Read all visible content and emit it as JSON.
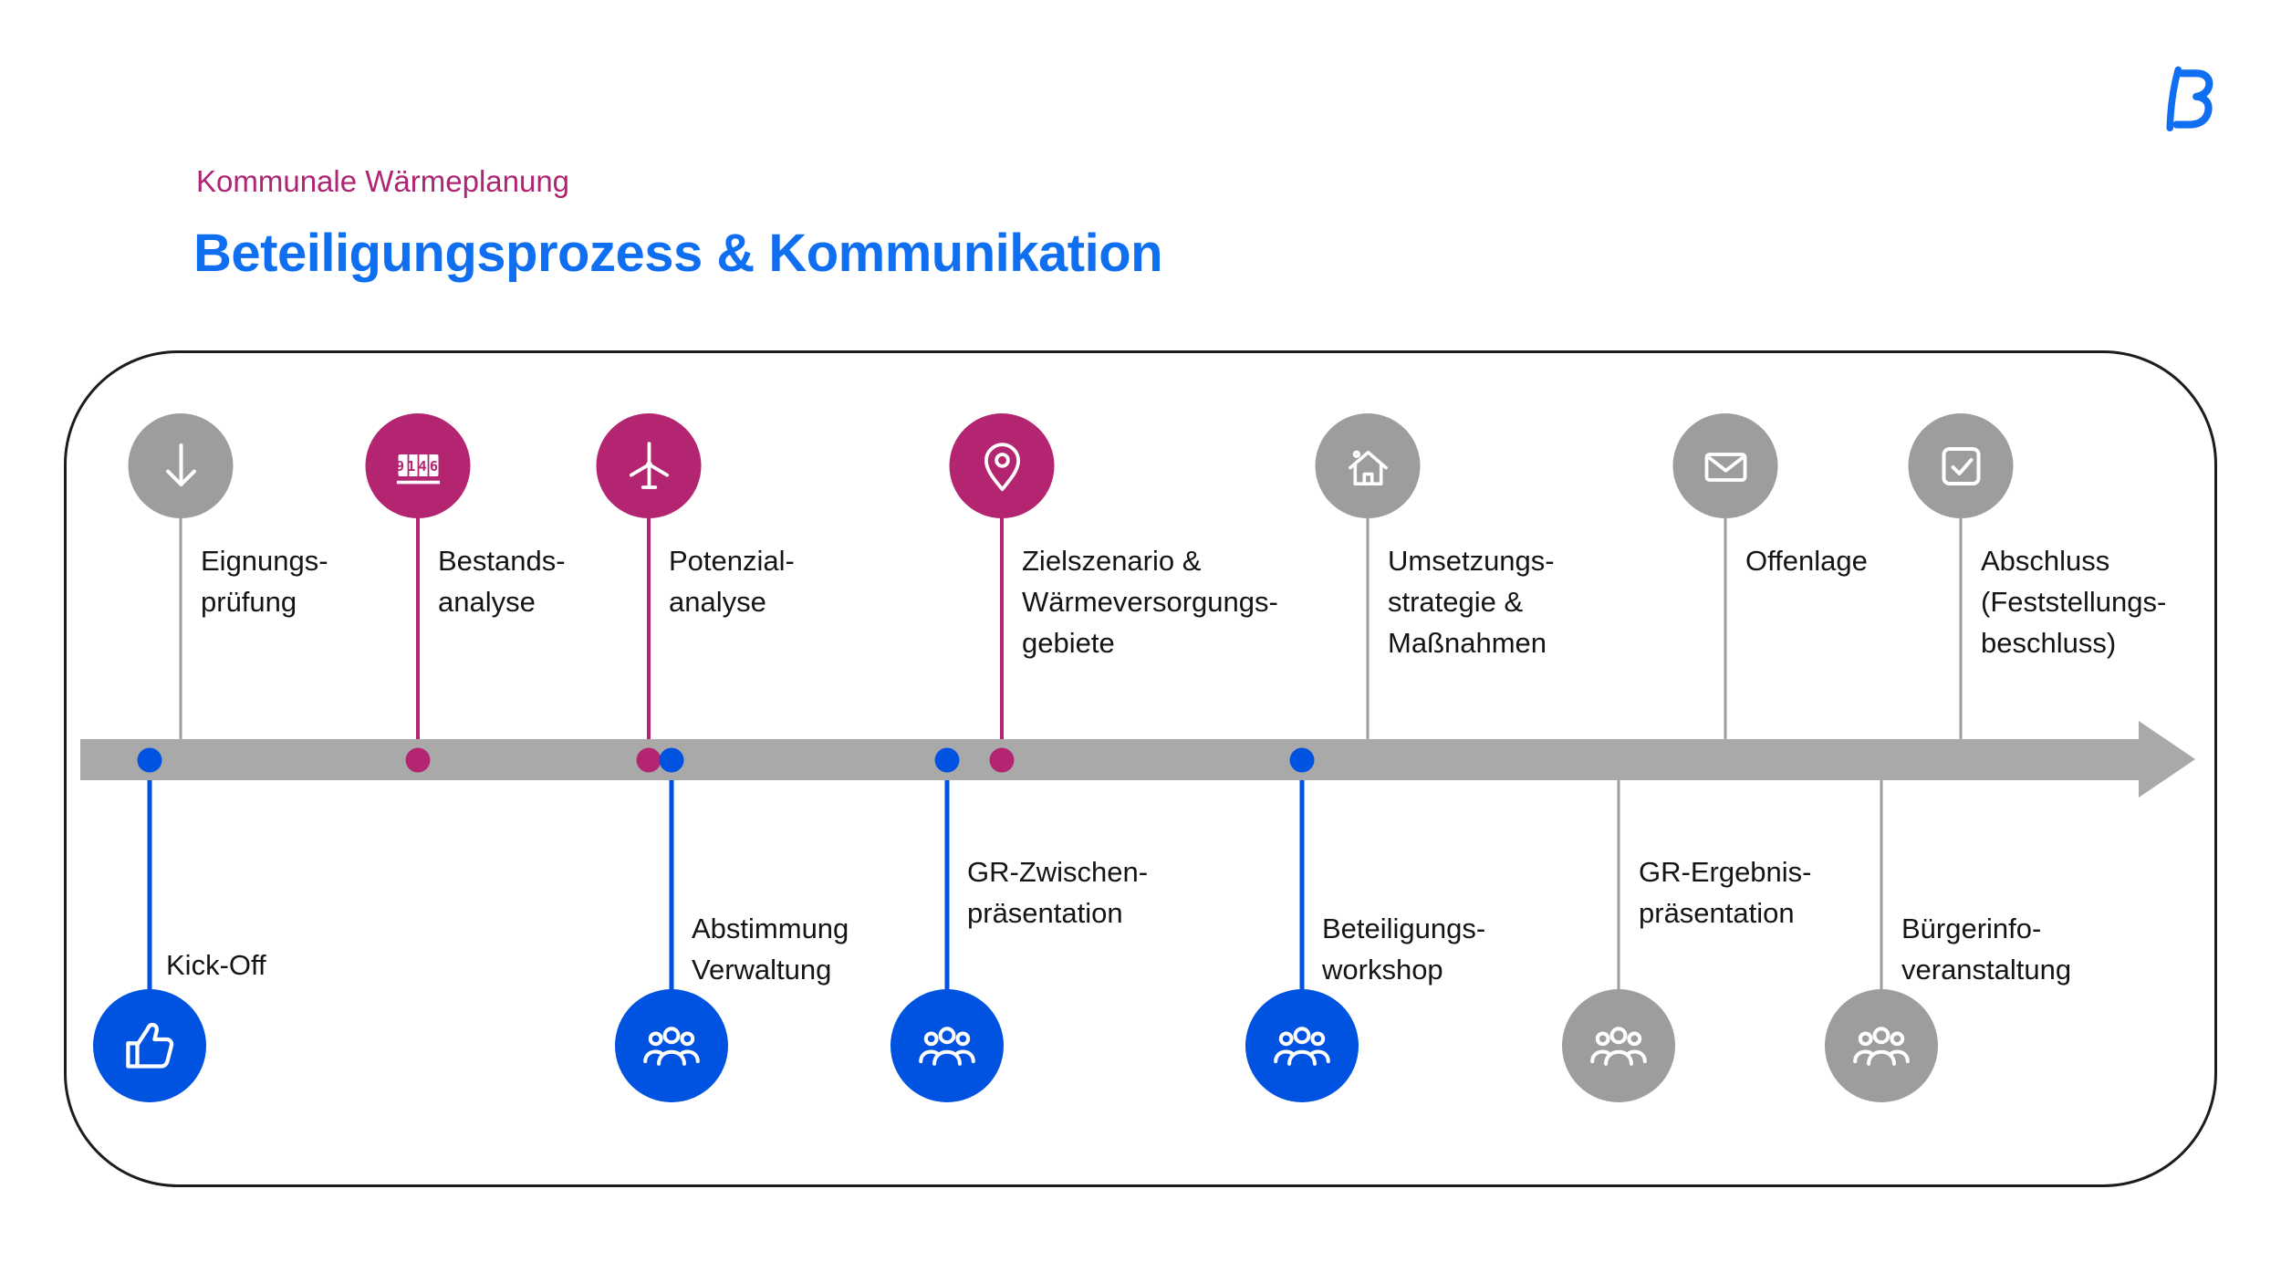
{
  "slide": {
    "eyebrow": "Kommunale Wärmeplanung",
    "title": "Beteiligungsprozess & Kommunikation"
  },
  "logo": {
    "glyph": "B"
  },
  "colors": {
    "magenta": "#b32570",
    "blue": "#0052e0",
    "gray": "#9d9d9c",
    "timeline_gray": "#a9a9a9",
    "title_blue": "#0f6ff0",
    "eyebrow_magenta": "#ad2573"
  },
  "timeline": {
    "direction": "left-to-right",
    "meter_digits": "9146",
    "top_items": [
      {
        "label": "Eignungs-\nprüfung",
        "icon": "arrow-down-icon",
        "color": "gray",
        "dot": false
      },
      {
        "label": "Bestands-\nanalyse",
        "icon": "odometer-icon",
        "color": "magenta",
        "dot": true
      },
      {
        "label": "Potenzial-\nanalyse",
        "icon": "wind-turbine-icon",
        "color": "magenta",
        "dot": true
      },
      {
        "label": "Zielszenario &\nWärmeversorgungs-\ngebiete",
        "icon": "location-pin-icon",
        "color": "magenta",
        "dot": true
      },
      {
        "label": "Umsetzungs-\nstrategie &\nMaßnahmen",
        "icon": "house-icon",
        "color": "gray",
        "dot": false
      },
      {
        "label": "Offenlage",
        "icon": "envelope-icon",
        "color": "gray",
        "dot": false
      },
      {
        "label": "Abschluss\n(Feststellungs-\nbeschluss)",
        "icon": "checkbox-check-icon",
        "color": "gray",
        "dot": false
      }
    ],
    "bottom_items": [
      {
        "label": "Kick-Off",
        "icon": "thumbs-up-icon",
        "color": "blue",
        "dot": true
      },
      {
        "label": "Abstimmung\nVerwaltung",
        "icon": "people-group-icon",
        "color": "blue",
        "dot": true
      },
      {
        "label": "GR-Zwischen-\npräsentation",
        "icon": "people-group-icon",
        "color": "blue",
        "dot": true
      },
      {
        "label": "Beteiligungs-\nworkshop",
        "icon": "people-group-icon",
        "color": "blue",
        "dot": true
      },
      {
        "label": "GR-Ergebnis-\npräsentation",
        "icon": "people-group-icon",
        "color": "gray",
        "dot": false
      },
      {
        "label": "Bürgerinfo-\nveranstaltung",
        "icon": "people-group-icon",
        "color": "gray",
        "dot": false
      }
    ]
  }
}
